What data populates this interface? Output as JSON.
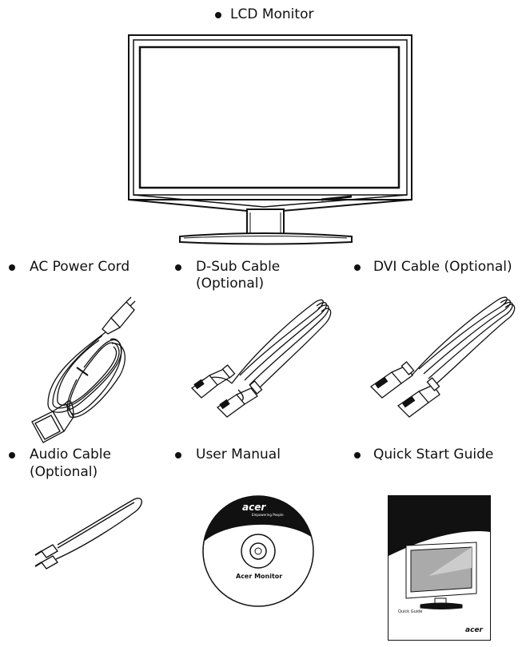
{
  "items": [
    {
      "label": "LCD Monitor"
    },
    {
      "label": "AC Power Cord"
    },
    {
      "label": "D-Sub Cable",
      "label2": "(Optional)"
    },
    {
      "label": "DVI Cable (Optional)"
    },
    {
      "label": "Audio Cable",
      "label2": "(Optional)"
    },
    {
      "label": "User Manual"
    },
    {
      "label": "Quick Start Guide"
    }
  ],
  "cd": {
    "brand": "acer",
    "tagline": "Empowering People",
    "title": "Acer Monitor"
  },
  "guide": {
    "title": "Quick Guide",
    "brand": "acer"
  }
}
